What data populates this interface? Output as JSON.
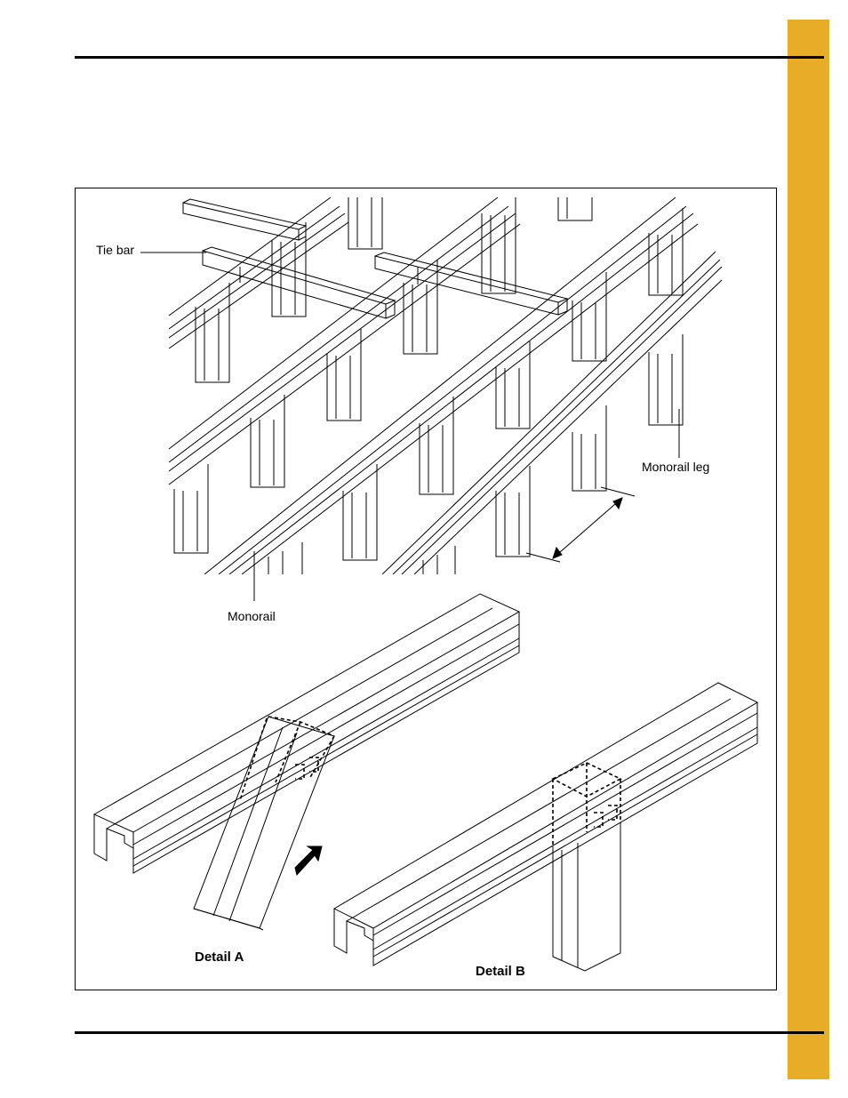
{
  "colors": {
    "side_tab": "#E8AD27",
    "line": "#000000"
  },
  "callouts": {
    "tie_bar": "Tie bar",
    "monorail_leg": "Monorail leg",
    "monorail": "Monorail"
  },
  "details": {
    "a": "Detail A",
    "b": "Detail B"
  }
}
